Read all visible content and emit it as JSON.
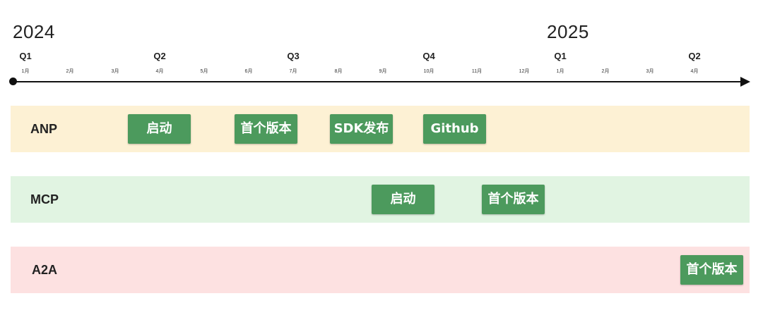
{
  "timeline": {
    "years": [
      "2024",
      "2025"
    ],
    "quarters": [
      "Q1",
      "Q2",
      "Q3",
      "Q4",
      "Q1",
      "Q2"
    ],
    "months": [
      "1月",
      "2月",
      "3月",
      "4月",
      "5月",
      "6月",
      "7月",
      "8月",
      "9月",
      "10月",
      "11月",
      "12月",
      "1月",
      "2月",
      "3月",
      "4月"
    ]
  },
  "lanes": [
    {
      "label": "ANP",
      "color": "#fdf1d4",
      "milestones": [
        "启动",
        "首个版本",
        "SDK发布",
        "Github"
      ]
    },
    {
      "label": "MCP",
      "color": "#e1f4e2",
      "milestones": [
        "启动",
        "首个版本"
      ]
    },
    {
      "label": "A2A",
      "color": "#fde1e1",
      "milestones": [
        "首个版本"
      ]
    }
  ],
  "colors": {
    "milestone": "#4c9a5d",
    "axis": "#111111"
  }
}
